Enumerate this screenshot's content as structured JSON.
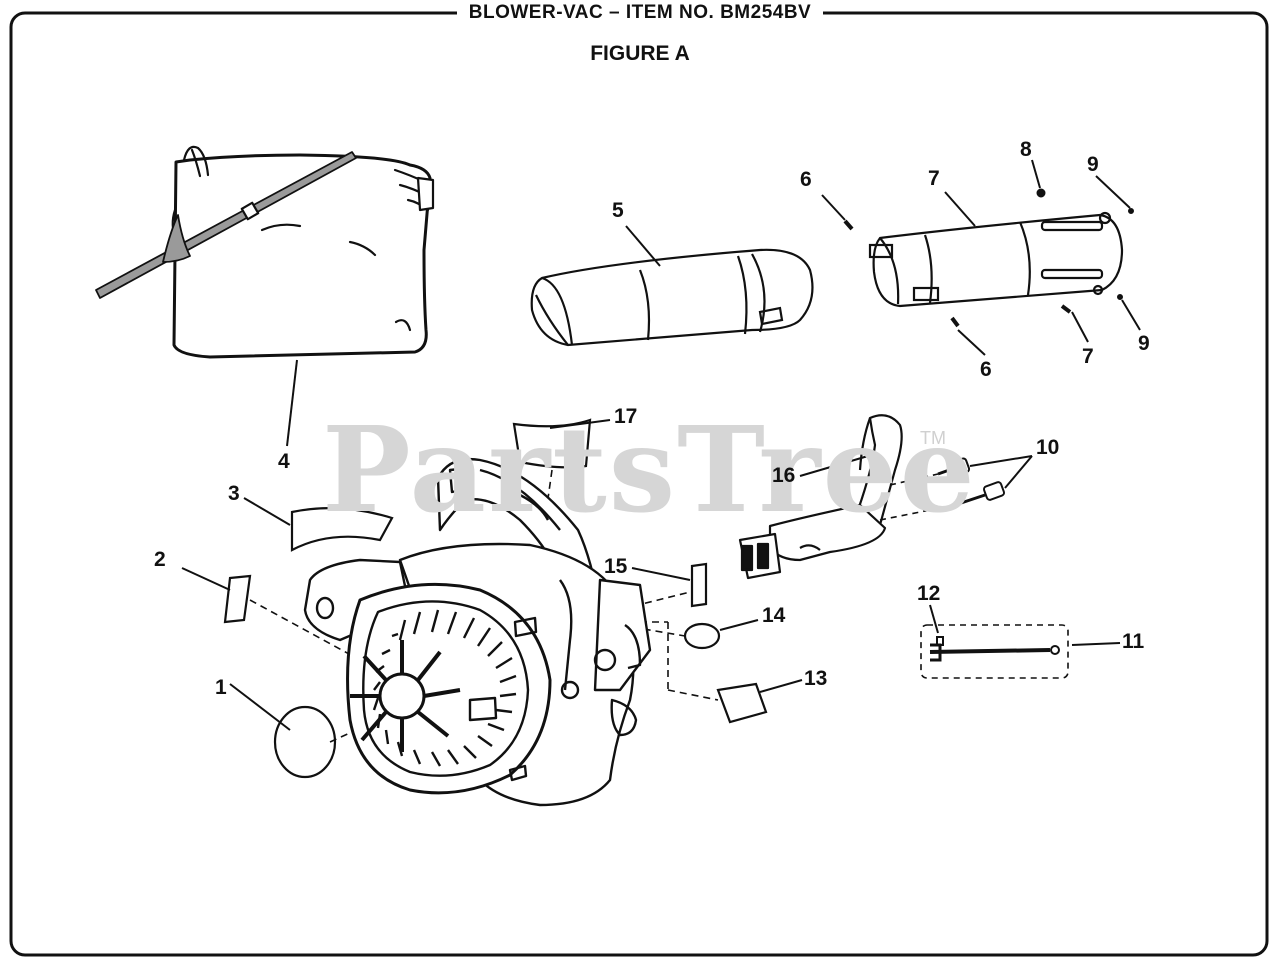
{
  "header": {
    "title": "BLOWER-VAC – ITEM NO. BM254BV",
    "figure": "FIGURE A"
  },
  "watermark": {
    "text": "PartsTree",
    "tm": "TM"
  },
  "callouts": {
    "c1": "1",
    "c2": "2",
    "c3": "3",
    "c4": "4",
    "c5": "5",
    "c6a": "6",
    "c6b": "6",
    "c7a": "7",
    "c7b": "7",
    "c8": "8",
    "c9a": "9",
    "c9b": "9",
    "c10": "10",
    "c11": "11",
    "c12": "12",
    "c13": "13",
    "c14": "14",
    "c15": "15",
    "c16": "16",
    "c17": "17"
  }
}
